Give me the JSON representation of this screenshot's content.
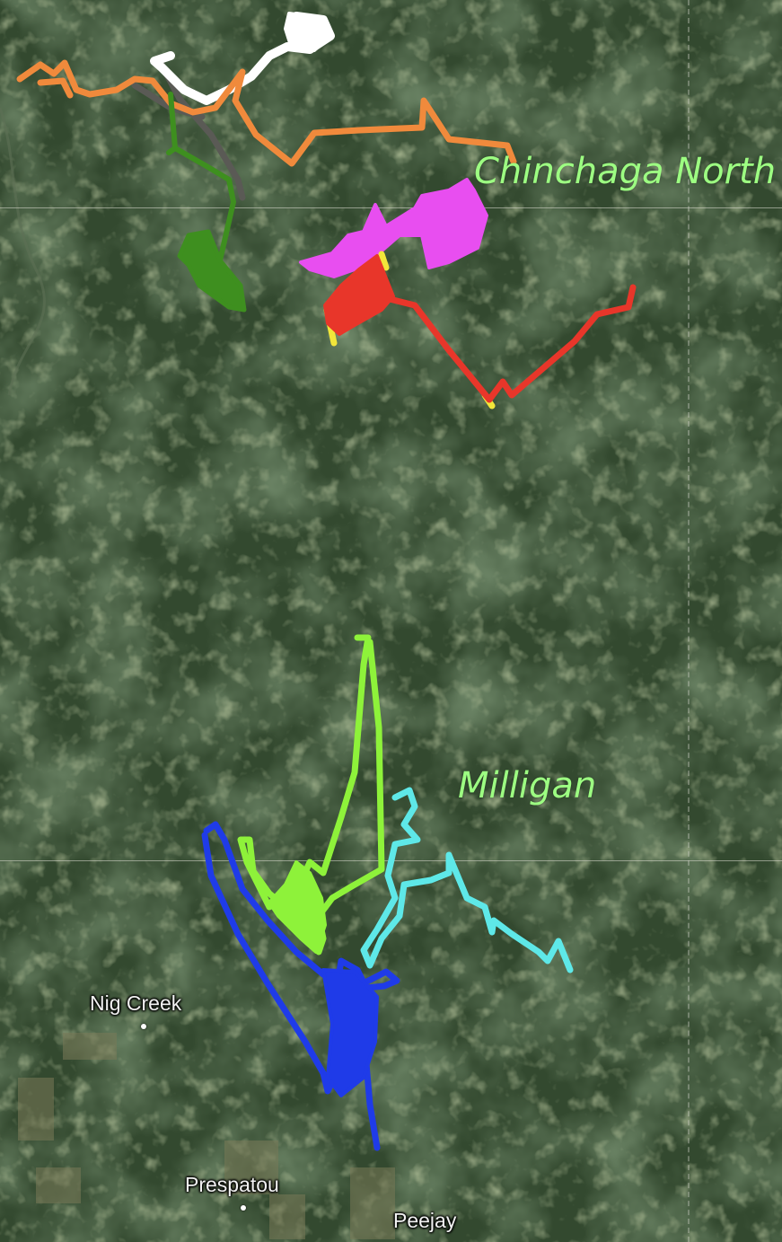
{
  "map": {
    "regions": [
      {
        "label": "Chinchaga North",
        "color": "#9dff82"
      },
      {
        "label": "Milligan",
        "color": "#9dff82"
      }
    ],
    "places": [
      {
        "label": "Nig Creek"
      },
      {
        "label": "Prespatou"
      },
      {
        "label": "Peejay"
      }
    ],
    "track_colors": {
      "orange": "#f08a3c",
      "white": "#ffffff",
      "dark_green": "#3e8f1f",
      "grey": "#5a5a55",
      "magenta": "#e84ef0",
      "red": "#e8362a",
      "yellow": "#f2e63a",
      "lime": "#8ef23a",
      "cyan": "#5ee8e8",
      "blue": "#1f3be8"
    }
  }
}
